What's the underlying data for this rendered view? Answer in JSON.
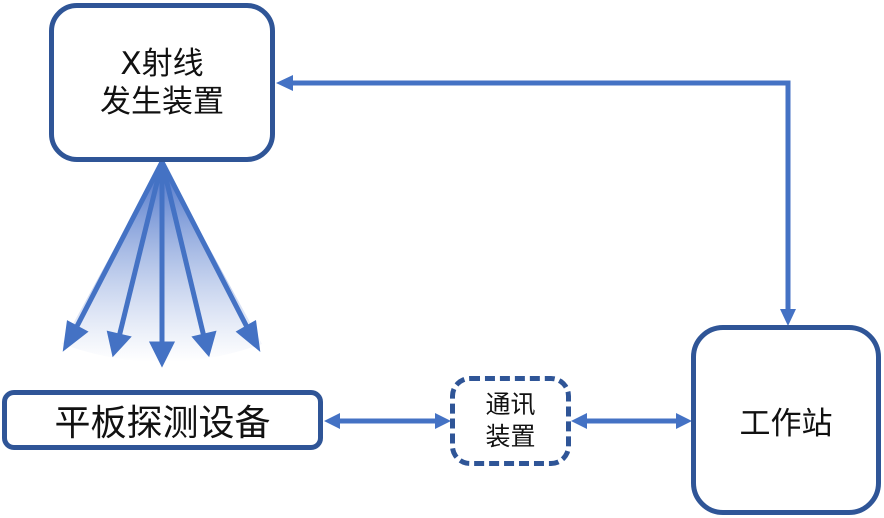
{
  "colors": {
    "box_border": "#2f5597",
    "arrow": "#4472c4",
    "beam_gradient_top": "#3a66c4",
    "beam_gradient_bottom": "#ffffff",
    "text": "#111111"
  },
  "nodes": {
    "xray_generator": {
      "line1": "X射线",
      "line2": "发生装置"
    },
    "flat_panel_detector": {
      "label": "平板探测设备"
    },
    "communication_device": {
      "line1": "通讯",
      "line2": "装置"
    },
    "workstation": {
      "label": "工作站"
    }
  },
  "connections": [
    {
      "from": "workstation",
      "to": "xray_generator",
      "type": "bidirectional"
    },
    {
      "from": "flat_panel_detector",
      "to": "communication_device",
      "type": "bidirectional"
    },
    {
      "from": "communication_device",
      "to": "workstation",
      "type": "bidirectional"
    },
    {
      "from": "xray_generator",
      "to": "flat_panel_detector",
      "type": "x-ray-beam",
      "rays": 5
    }
  ]
}
